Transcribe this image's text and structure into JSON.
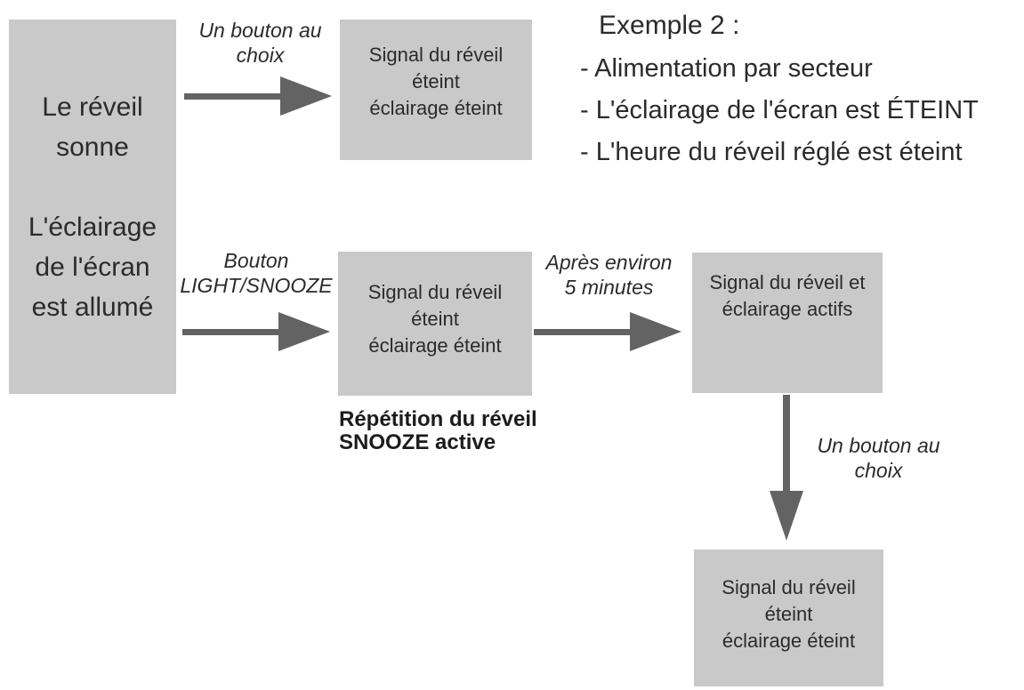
{
  "colors": {
    "box_fill": "#c9c9c9",
    "arrow": "#636363",
    "ink": "#2b2b2b"
  },
  "example": {
    "title": "Exemple 2 :",
    "items": [
      "- Alimentation par secteur",
      "- L'éclairage de l'écran est ÉTEINT",
      "- L'heure du réveil réglé est éteint"
    ]
  },
  "nodes": {
    "start": "Le réveil\nsonne\n\nL'éclairage\nde l'écran\nest allumé",
    "alarm_off_top": "Signal du réveil\néteint\néclairage éteint",
    "snooze_off": "Signal du réveil\néteint\néclairage éteint",
    "active": "Signal du réveil et\néclairage actifs",
    "end_off": "Signal du réveil\néteint\néclairage éteint"
  },
  "labels": {
    "any_button_top": "Un bouton au\nchoix",
    "light_snooze": "Bouton\nLIGHT/SNOOZE",
    "after_5min": "Après environ\n5 minutes",
    "any_button_bottom": "Un bouton au\nchoix",
    "snooze_note": "Répétition du réveil\nSNOOZE active"
  }
}
